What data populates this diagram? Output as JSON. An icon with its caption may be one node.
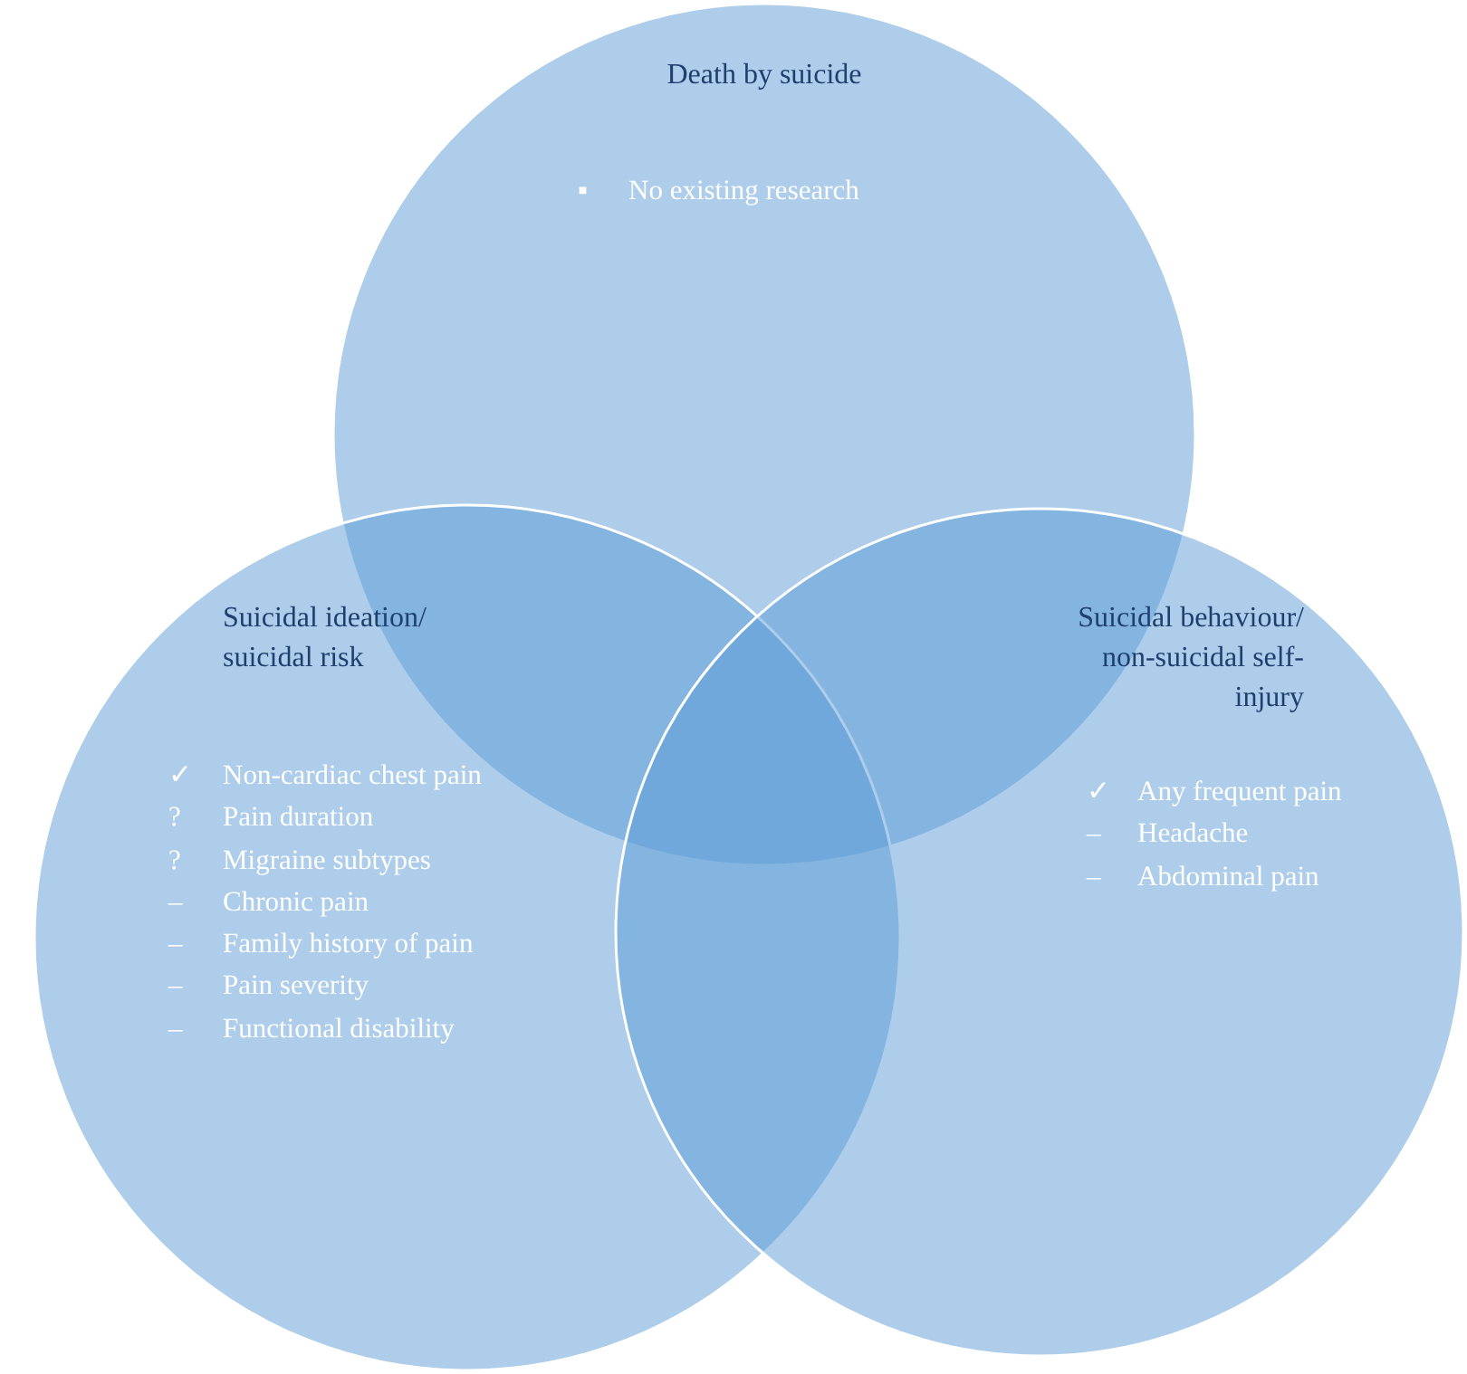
{
  "diagram": {
    "nodes": [
      {
        "text": [
          "Death by suicide",
          "▪ No existing research"
        ]
      },
      {
        "text": [
          "Suicidal ideation/ suicidal risk",
          "✓ Non-cardiac chest pain",
          "? Pain duration",
          "? Migraine subtypes",
          "– Chronic pain",
          "– Family history of pain",
          "– Pain severity",
          "– Functional disability"
        ]
      },
      {
        "text": [
          "Suicidal behaviour/ non-suicidal self-injury",
          "✓ Any frequent pain",
          "– Headache",
          "– Abdominal pain"
        ]
      }
    ]
  }
}
